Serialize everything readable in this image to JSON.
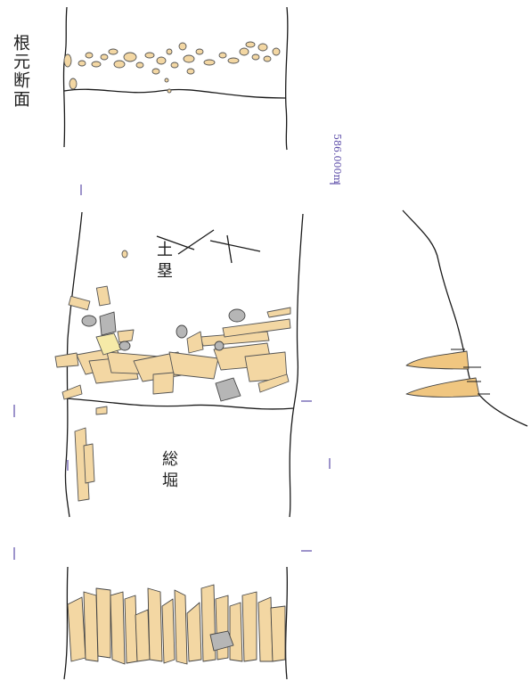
{
  "title": "根元断面",
  "labels": {
    "dorui": "土塁",
    "sobori": "総堀"
  },
  "elevation": "586.000m",
  "colors": {
    "stone_fill": "#f3d7a3",
    "gray_stone": "#b6b6b6",
    "line": "#1a1a1a",
    "marker": "#5c4ca8",
    "highlight": "#f0c680"
  }
}
